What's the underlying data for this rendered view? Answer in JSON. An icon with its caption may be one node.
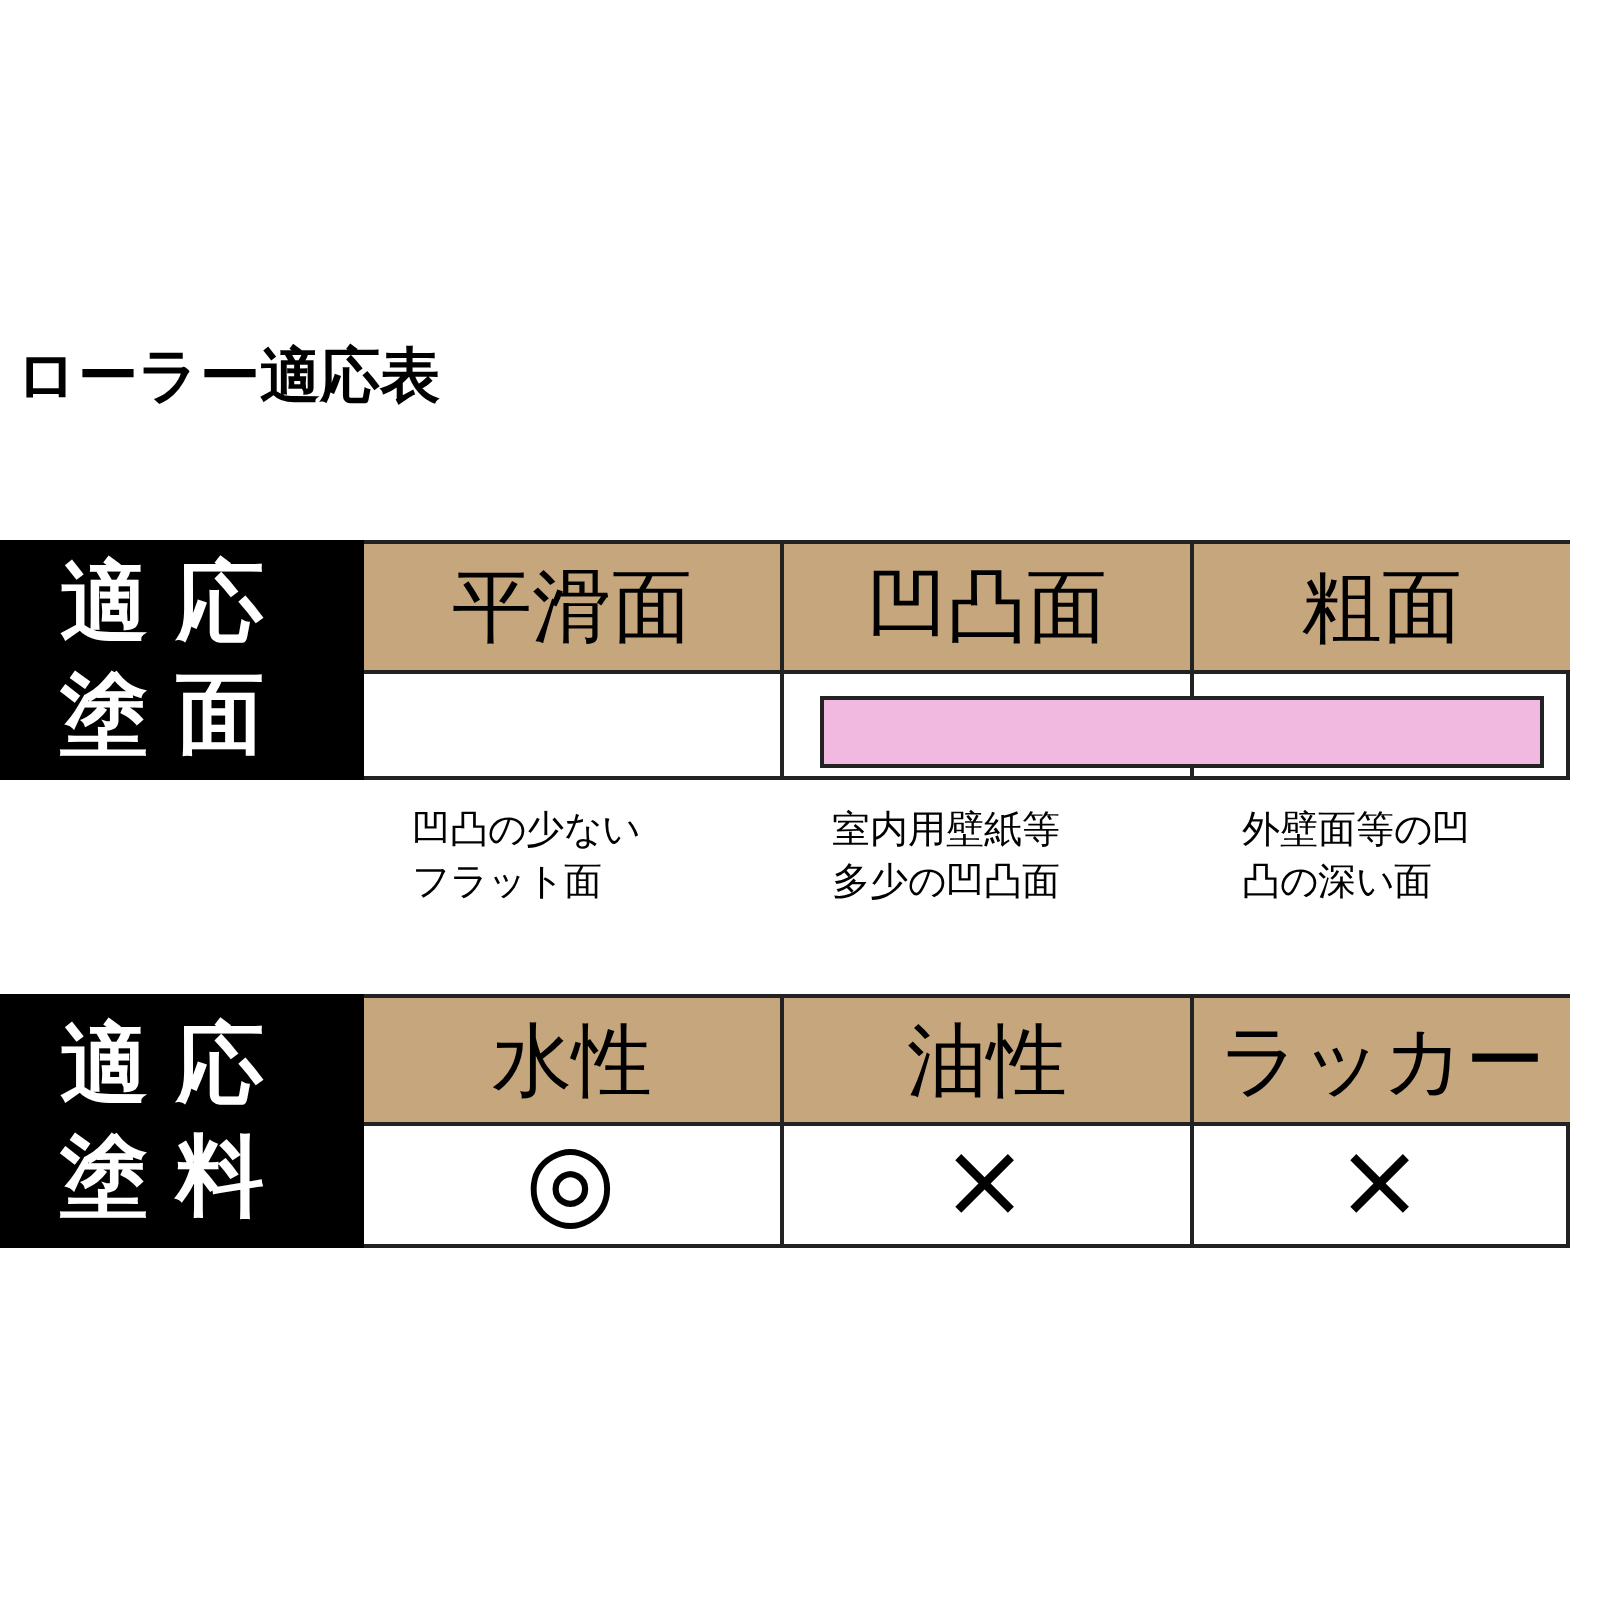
{
  "diagram": {
    "title": "ローラー適応表",
    "nodes": [
      {
        "text": [],
        "shape": "bar"
      }
    ],
    "labels": [
      "適応塗面",
      "平滑面",
      "凹凸面",
      "粗面",
      "凹凸の少ないフラット面",
      "室内用壁紙等多少の凹凸面",
      "外壁面等の凹凸の深い面",
      "適応塗料",
      "水性",
      "油性",
      "ラッカー",
      "◎",
      "×",
      "×"
    ]
  }
}
